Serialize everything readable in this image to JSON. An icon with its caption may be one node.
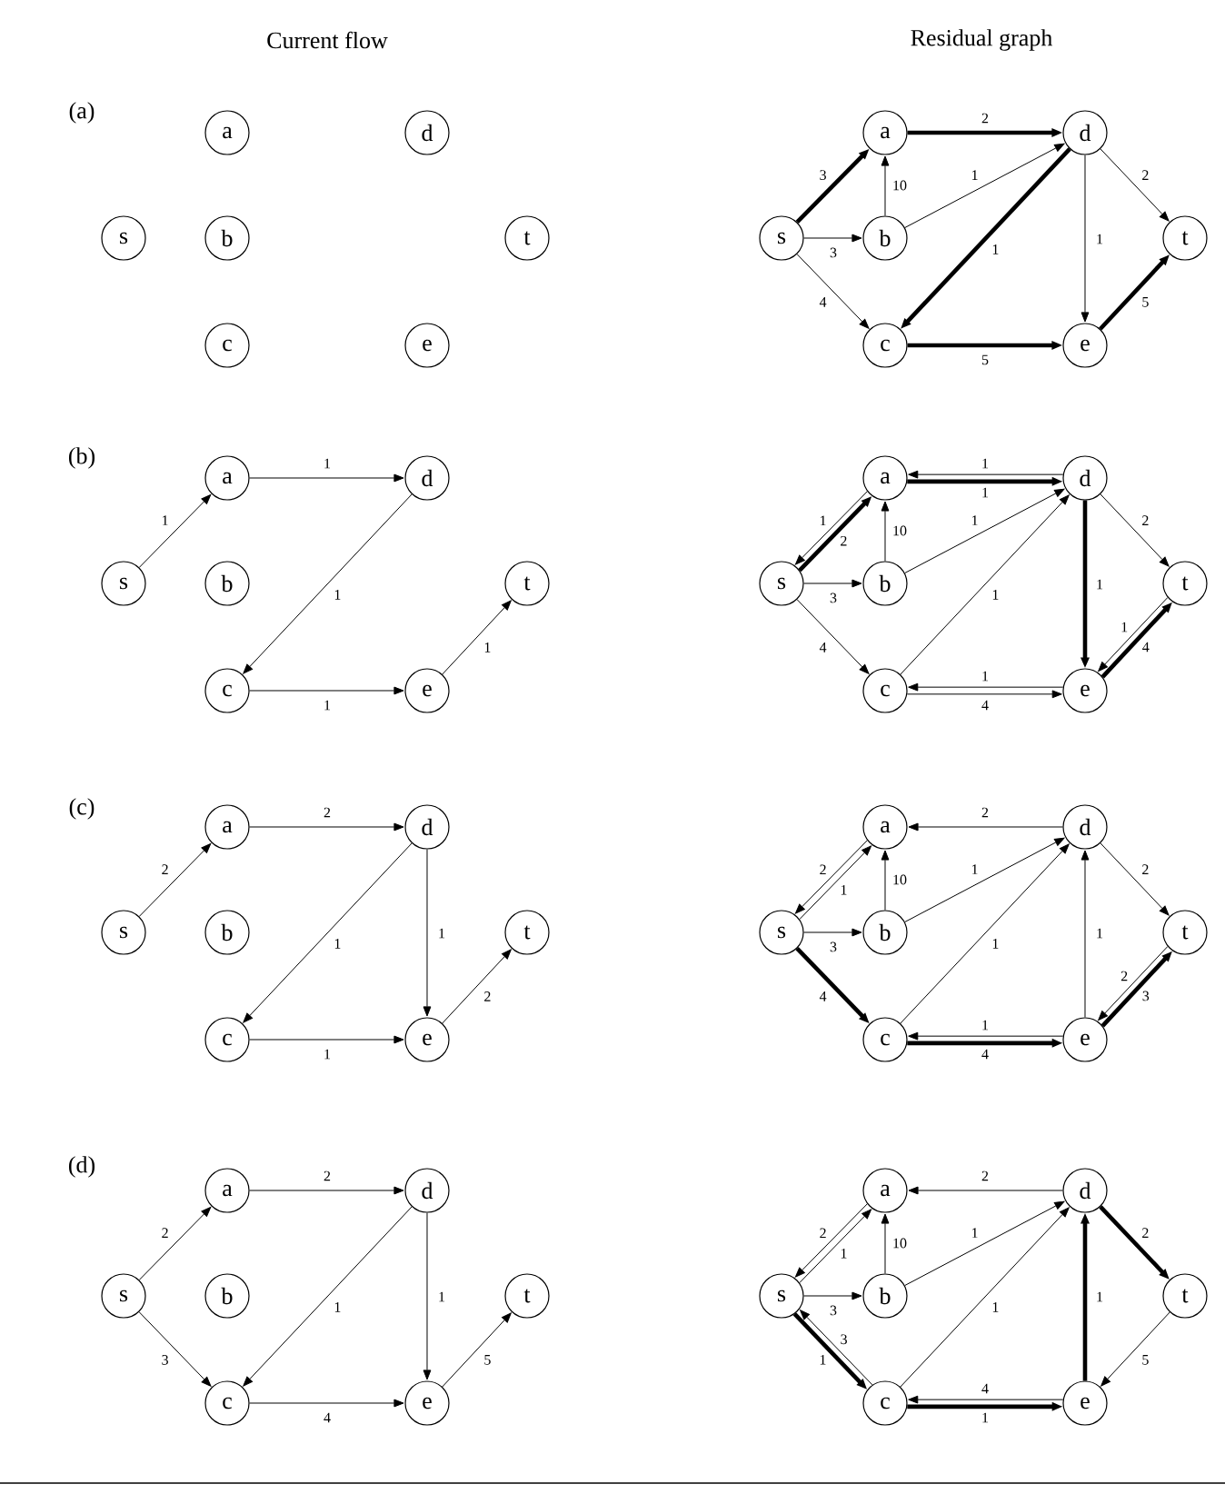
{
  "diagram": {
    "nodes": [
      {
        "text": [
          "a"
        ]
      },
      {
        "text": [
          "d"
        ]
      },
      {
        "text": [
          "s"
        ]
      },
      {
        "text": [
          "b"
        ]
      },
      {
        "text": [
          "t"
        ]
      },
      {
        "text": [
          "c"
        ]
      },
      {
        "text": [
          "e"
        ]
      },
      {
        "text": [
          "a"
        ]
      },
      {
        "text": [
          "d"
        ]
      },
      {
        "text": [
          "s"
        ]
      },
      {
        "text": [
          "b"
        ]
      },
      {
        "text": [
          "t"
        ]
      },
      {
        "text": [
          "c"
        ]
      },
      {
        "text": [
          "e"
        ]
      },
      {
        "text": [
          "a"
        ]
      },
      {
        "text": [
          "d"
        ]
      },
      {
        "text": [
          "s"
        ]
      },
      {
        "text": [
          "b"
        ]
      },
      {
        "text": [
          "t"
        ]
      },
      {
        "text": [
          "c"
        ]
      },
      {
        "text": [
          "e"
        ]
      },
      {
        "text": [
          "a"
        ]
      },
      {
        "text": [
          "d"
        ]
      },
      {
        "text": [
          "s"
        ]
      },
      {
        "text": [
          "b"
        ]
      },
      {
        "text": [
          "t"
        ]
      },
      {
        "text": [
          "c"
        ]
      },
      {
        "text": [
          "e"
        ]
      },
      {
        "text": [
          "a"
        ]
      },
      {
        "text": [
          "d"
        ]
      },
      {
        "text": [
          "s"
        ]
      },
      {
        "text": [
          "b"
        ]
      },
      {
        "text": [
          "t"
        ]
      },
      {
        "text": [
          "c"
        ]
      },
      {
        "text": [
          "e"
        ]
      },
      {
        "text": [
          "a"
        ]
      },
      {
        "text": [
          "d"
        ]
      },
      {
        "text": [
          "s"
        ]
      },
      {
        "text": [
          "b"
        ]
      },
      {
        "text": [
          "t"
        ]
      },
      {
        "text": [
          "c"
        ]
      },
      {
        "text": [
          "e"
        ]
      },
      {
        "text": [
          "a"
        ]
      },
      {
        "text": [
          "d"
        ]
      },
      {
        "text": [
          "s"
        ]
      },
      {
        "text": [
          "b"
        ]
      },
      {
        "text": [
          "t"
        ]
      },
      {
        "text": [
          "c"
        ]
      },
      {
        "text": [
          "e"
        ]
      },
      {
        "text": [
          "a"
        ]
      },
      {
        "text": [
          "d"
        ]
      },
      {
        "text": [
          "s"
        ]
      },
      {
        "text": [
          "b"
        ]
      },
      {
        "text": [
          "t"
        ]
      },
      {
        "text": [
          "c"
        ]
      },
      {
        "text": [
          "e"
        ]
      }
    ],
    "edges": [
      {
        "from": 9,
        "to": 7,
        "label": "3",
        "arrow": "to",
        "style": "thick"
      },
      {
        "from": 9,
        "to": 10,
        "label": "3",
        "arrow": "to"
      },
      {
        "from": 9,
        "to": 12,
        "label": "4",
        "arrow": "to"
      },
      {
        "from": 10,
        "to": 7,
        "label": "10",
        "arrow": "to"
      },
      {
        "from": 7,
        "to": 8,
        "label": "2",
        "arrow": "to",
        "style": "thick"
      },
      {
        "from": 10,
        "to": 8,
        "label": "1",
        "arrow": "to"
      },
      {
        "from": 8,
        "to": 12,
        "label": "1",
        "arrow": "to",
        "style": "thick"
      },
      {
        "from": 8,
        "to": 13,
        "label": "1",
        "arrow": "to"
      },
      {
        "from": 8,
        "to": 11,
        "label": "2",
        "arrow": "to"
      },
      {
        "from": 12,
        "to": 13,
        "label": "5",
        "arrow": "to",
        "style": "thick"
      },
      {
        "from": 13,
        "to": 11,
        "label": "5",
        "arrow": "to",
        "style": "thick"
      },
      {
        "from": 16,
        "to": 14,
        "label": "1",
        "arrow": "to"
      },
      {
        "from": 14,
        "to": 15,
        "label": "1",
        "arrow": "to"
      },
      {
        "from": 15,
        "to": 19,
        "label": "1",
        "arrow": "to"
      },
      {
        "from": 19,
        "to": 20,
        "label": "1",
        "arrow": "to"
      },
      {
        "from": 20,
        "to": 18,
        "label": "1",
        "arrow": "to"
      },
      {
        "from": 23,
        "to": 21,
        "label": "2",
        "arrow": "to",
        "style": "thick"
      },
      {
        "from": 21,
        "to": 23,
        "label": "1",
        "arrow": "to"
      },
      {
        "from": 23,
        "to": 24,
        "label": "3",
        "arrow": "to"
      },
      {
        "from": 23,
        "to": 26,
        "label": "4",
        "arrow": "to"
      },
      {
        "from": 24,
        "to": 21,
        "label": "10",
        "arrow": "to"
      },
      {
        "from": 21,
        "to": 22,
        "label": "1",
        "arrow": "to",
        "style": "thick"
      },
      {
        "from": 22,
        "to": 21,
        "label": "1",
        "arrow": "to"
      },
      {
        "from": 24,
        "to": 22,
        "label": "1",
        "arrow": "to"
      },
      {
        "from": 26,
        "to": 22,
        "label": "1",
        "arrow": "to"
      },
      {
        "from": 22,
        "to": 27,
        "label": "1",
        "arrow": "to",
        "style": "thick"
      },
      {
        "from": 22,
        "to": 25,
        "label": "2",
        "arrow": "to"
      },
      {
        "from": 26,
        "to": 27,
        "label": "4",
        "arrow": "to"
      },
      {
        "from": 27,
        "to": 26,
        "label": "1",
        "arrow": "to"
      },
      {
        "from": 27,
        "to": 25,
        "label": "4",
        "arrow": "to",
        "style": "thick"
      },
      {
        "from": 25,
        "to": 27,
        "label": "1",
        "arrow": "to"
      },
      {
        "from": 30,
        "to": 28,
        "label": "2",
        "arrow": "to"
      },
      {
        "from": 28,
        "to": 29,
        "label": "2",
        "arrow": "to"
      },
      {
        "from": 29,
        "to": 33,
        "label": "1",
        "arrow": "to"
      },
      {
        "from": 29,
        "to": 34,
        "label": "1",
        "arrow": "to"
      },
      {
        "from": 33,
        "to": 34,
        "label": "1",
        "arrow": "to"
      },
      {
        "from": 34,
        "to": 32,
        "label": "2",
        "arrow": "to"
      },
      {
        "from": 35,
        "to": 37,
        "label": "2",
        "arrow": "to"
      },
      {
        "from": 37,
        "to": 35,
        "label": "1",
        "arrow": "to"
      },
      {
        "from": 37,
        "to": 38,
        "label": "3",
        "arrow": "to"
      },
      {
        "from": 37,
        "to": 40,
        "label": "4",
        "arrow": "to",
        "style": "thick"
      },
      {
        "from": 38,
        "to": 35,
        "label": "10",
        "arrow": "to"
      },
      {
        "from": 36,
        "to": 35,
        "label": "2",
        "arrow": "to"
      },
      {
        "from": 38,
        "to": 36,
        "label": "1",
        "arrow": "to"
      },
      {
        "from": 40,
        "to": 36,
        "label": "1",
        "arrow": "to"
      },
      {
        "from": 41,
        "to": 36,
        "label": "1",
        "arrow": "to"
      },
      {
        "from": 36,
        "to": 39,
        "label": "2",
        "arrow": "to"
      },
      {
        "from": 40,
        "to": 41,
        "label": "4",
        "arrow": "to",
        "style": "thick"
      },
      {
        "from": 41,
        "to": 40,
        "label": "1",
        "arrow": "to"
      },
      {
        "from": 41,
        "to": 39,
        "label": "3",
        "arrow": "to",
        "style": "thick"
      },
      {
        "from": 39,
        "to": 41,
        "label": "2",
        "arrow": "to"
      },
      {
        "from": 44,
        "to": 42,
        "label": "2",
        "arrow": "to"
      },
      {
        "from": 42,
        "to": 43,
        "label": "2",
        "arrow": "to"
      },
      {
        "from": 44,
        "to": 47,
        "label": "3",
        "arrow": "to"
      },
      {
        "from": 43,
        "to": 47,
        "label": "1",
        "arrow": "to"
      },
      {
        "from": 43,
        "to": 48,
        "label": "1",
        "arrow": "to"
      },
      {
        "from": 47,
        "to": 48,
        "label": "4",
        "arrow": "to"
      },
      {
        "from": 48,
        "to": 46,
        "label": "5",
        "arrow": "to"
      },
      {
        "from": 49,
        "to": 51,
        "label": "2",
        "arrow": "to"
      },
      {
        "from": 51,
        "to": 49,
        "label": "1",
        "arrow": "to"
      },
      {
        "from": 51,
        "to": 52,
        "label": "3",
        "arrow": "to"
      },
      {
        "from": 51,
        "to": 54,
        "label": "1",
        "arrow": "to",
        "style": "thick"
      },
      {
        "from": 54,
        "to": 51,
        "label": "3",
        "arrow": "to"
      },
      {
        "from": 52,
        "to": 49,
        "label": "10",
        "arrow": "to"
      },
      {
        "from": 50,
        "to": 49,
        "label": "2",
        "arrow": "to"
      },
      {
        "from": 52,
        "to": 50,
        "label": "1",
        "arrow": "to"
      },
      {
        "from": 54,
        "to": 50,
        "label": "1",
        "arrow": "to"
      },
      {
        "from": 55,
        "to": 50,
        "label": "1",
        "arrow": "to",
        "style": "thick"
      },
      {
        "from": 50,
        "to": 53,
        "label": "2",
        "arrow": "to",
        "style": "thick"
      },
      {
        "from": 53,
        "to": 55,
        "label": "5",
        "arrow": "to"
      },
      {
        "from": 54,
        "to": 55,
        "label": "1",
        "arrow": "to",
        "style": "thick"
      },
      {
        "from": 55,
        "to": 54,
        "label": "4",
        "arrow": "to"
      }
    ],
    "labels": [
      "Current flow",
      "Residual graph",
      "(a)",
      "(b)",
      "(c)",
      "(d)"
    ]
  }
}
